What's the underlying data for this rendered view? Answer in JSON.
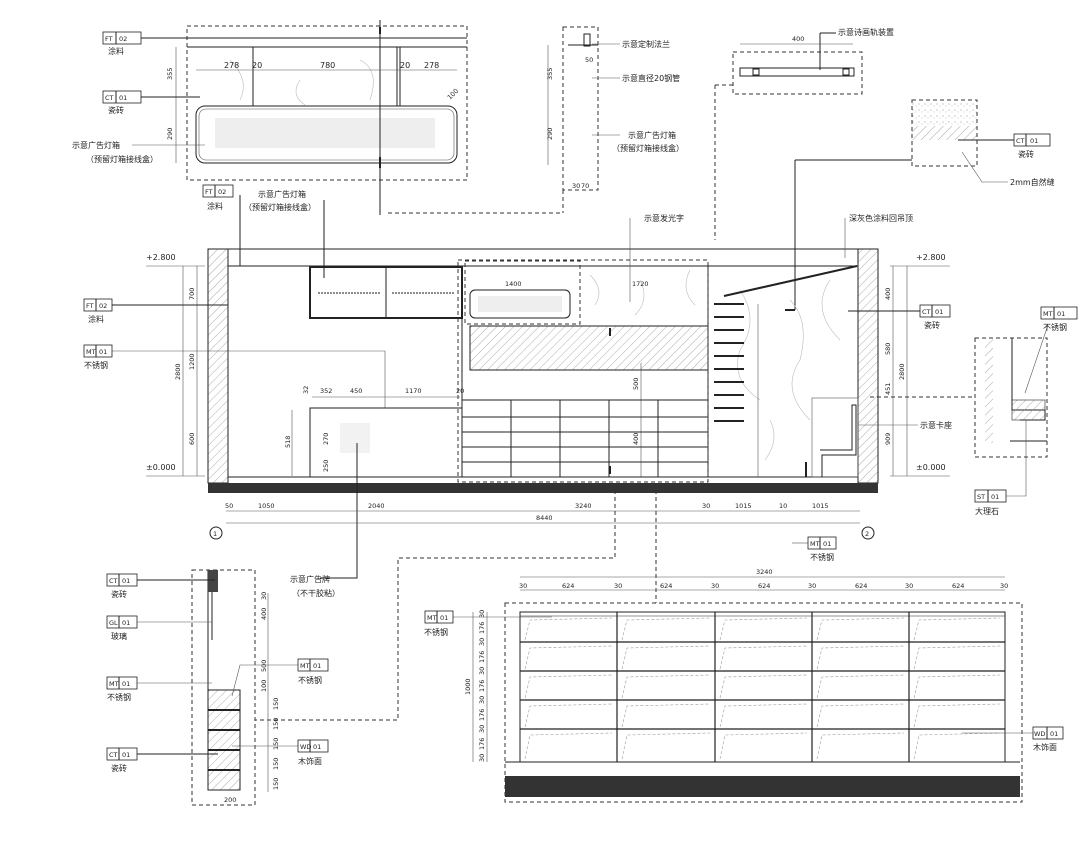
{
  "title": "Elevation drawing with detail sections",
  "colors": {
    "line": "#222222",
    "floor": "#333333",
    "hatch": "#888888"
  },
  "top_detail": {
    "tags": [
      {
        "code": "FT",
        "num": "02",
        "name": "涂料"
      },
      {
        "code": "CT",
        "num": "01",
        "name": "瓷砖"
      }
    ],
    "note_lightbox": [
      "示意广告灯箱",
      "（预留灯箱接线盒）"
    ],
    "dims_h": [
      "278",
      "20",
      "780",
      "20",
      "278"
    ],
    "dims_v": [
      "355",
      "290"
    ],
    "dim_radius": "100"
  },
  "flange_detail": {
    "notes": [
      "示意定制法兰",
      "示意直径20钢管",
      "示意广告灯箱",
      "（预留灯箱接线盒）"
    ],
    "dims": [
      "355",
      "290",
      "50",
      "30",
      "70"
    ]
  },
  "rail_detail": {
    "note": "示意诗画轨装置",
    "dim": "400"
  },
  "tile_detail": {
    "tag": {
      "code": "CT",
      "num": "01",
      "name": "瓷砖"
    },
    "note": "2mm自然缝"
  },
  "elevation": {
    "level_top": "+2.800",
    "level_zero": "±0.000",
    "tags_left": [
      {
        "code": "FT",
        "num": "02",
        "name": "涂料"
      },
      {
        "code": "FT",
        "num": "02",
        "name": "涂料"
      },
      {
        "code": "MT",
        "num": "01",
        "name": "不锈钢"
      }
    ],
    "note_lightbox": [
      "示意广告灯箱",
      "（预留灯箱接线盒）"
    ],
    "note_glow": "示意发光字",
    "note_ceiling": "深灰色涂料回吊顶",
    "tag_right": {
      "code": "CT",
      "num": "01",
      "name": "瓷砖"
    },
    "note_seat": "示意卡座",
    "section_tags": [
      {
        "code": "MT",
        "num": "01",
        "name": "不锈钢"
      },
      {
        "code": "ST",
        "num": "01",
        "name": "大理石"
      }
    ],
    "tag_bottom": {
      "code": "MT",
      "num": "01",
      "name": "不锈钢"
    },
    "note_sign": [
      "示意广告牌",
      "（不干胶粘）"
    ],
    "dims_left": [
      "2800",
      "700",
      "1200",
      "600"
    ],
    "dims_right": [
      "2800",
      "400",
      "580",
      "451",
      "909"
    ],
    "dims_counter": [
      "32",
      "352",
      "450",
      "1170",
      "20"
    ],
    "dims_counter_v": [
      "518",
      "270",
      "250"
    ],
    "dims_mid": [
      "1400",
      "1720",
      "500",
      "400"
    ],
    "dims_bottom": [
      "50",
      "1050",
      "2040",
      "3240",
      "30",
      "1015",
      "10",
      "1015"
    ],
    "dim_total": "8440",
    "axes": [
      "1",
      "2"
    ]
  },
  "left_section": {
    "tags": [
      {
        "code": "CT",
        "num": "01",
        "name": "瓷砖"
      },
      {
        "code": "GL",
        "num": "01",
        "name": "玻璃"
      },
      {
        "code": "MT",
        "num": "01",
        "name": "不锈钢"
      },
      {
        "code": "CT",
        "num": "01",
        "name": "瓷砖"
      },
      {
        "code": "MT",
        "num": "01",
        "name": "不锈钢"
      },
      {
        "code": "WD",
        "num": "01",
        "name": "木饰面"
      }
    ],
    "dims": [
      "30",
      "400",
      "500",
      "100",
      "150",
      "150",
      "150",
      "150",
      "150"
    ],
    "dim_width": "200"
  },
  "shelf_detail": {
    "dim_total": "3240",
    "dims_h": [
      "30",
      "624",
      "30",
      "624",
      "30",
      "624",
      "30",
      "624",
      "30",
      "624",
      "30"
    ],
    "dims_v": [
      "1000",
      "30",
      "176",
      "30",
      "176",
      "30",
      "176",
      "30",
      "176",
      "30",
      "176",
      "30"
    ],
    "tags": [
      {
        "code": "MT",
        "num": "01",
        "name": "不锈钢"
      },
      {
        "code": "WD",
        "num": "01",
        "name": "木饰面"
      }
    ]
  }
}
